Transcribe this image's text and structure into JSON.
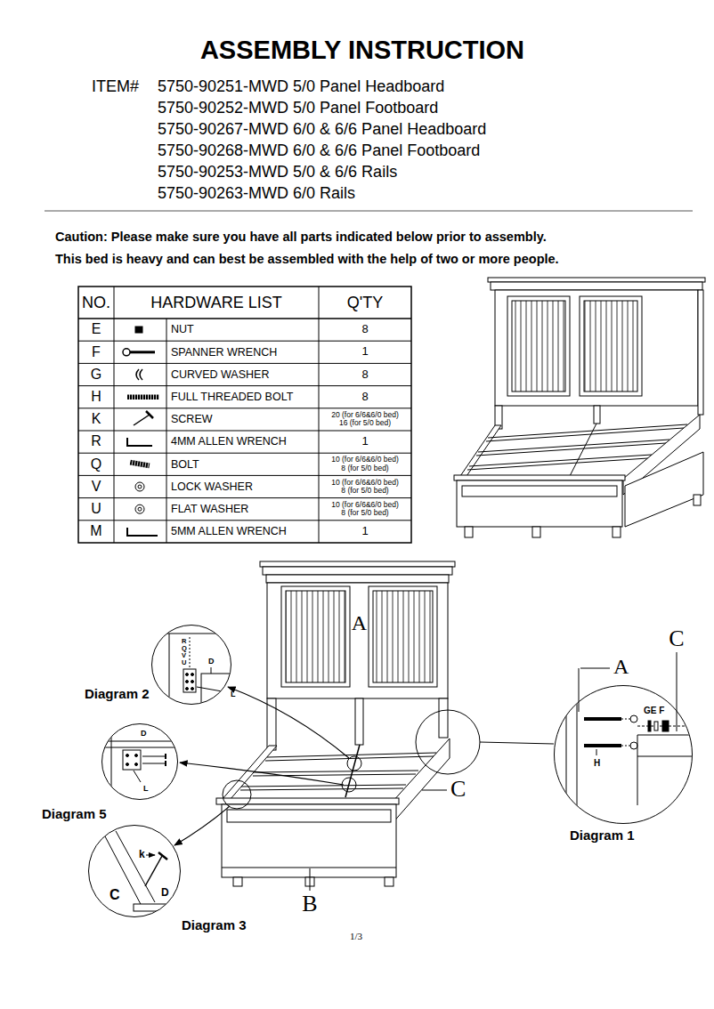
{
  "diagram": {
    "title": "ASSEMBLY INSTRUCTION",
    "nodes": [
      {
        "text": [
          "R",
          "Q",
          "V",
          "U",
          "D",
          "L"
        ]
      },
      {
        "text": [
          "GE F",
          "H"
        ]
      },
      {
        "text": [
          "D",
          "L"
        ]
      },
      {
        "text": [
          "k",
          "C",
          "D"
        ]
      }
    ],
    "labels": [
      "ITEM#",
      "5750-90251-MWD 5/0 Panel Headboard",
      "5750-90252-MWD 5/0 Panel Footboard",
      "5750-90267-MWD 6/0 & 6/6 Panel Headboard",
      "5750-90268-MWD 6/0 & 6/6 Panel Footboard",
      "5750-90253-MWD 5/0 & 6/6 Rails",
      "5750-90263-MWD 6/0 Rails",
      "Caution: Please make sure you have all parts indicated below prior to assembly.",
      "This bed is heavy and can best be assembled with the help of two or more people.",
      "NO.",
      "HARDWARE LIST",
      "Q'TY",
      "E",
      "NUT",
      "8",
      "F",
      "SPANNER WRENCH",
      "1",
      "G",
      "CURVED WASHER",
      "8",
      "H",
      "FULL THREADED BOLT",
      "8",
      "K",
      "SCREW",
      "20 (for 6/6&6/0 bed) 16 (for 5/0 bed)",
      "R",
      "4MM ALLEN WRENCH",
      "1",
      "Q",
      "BOLT",
      "10 (for 6/6&6/0 bed) 8 (for 5/0 bed)",
      "V",
      "LOCK WASHER",
      "10 (for 6/6&6/0 bed) 8 (for 5/0 bed)",
      "U",
      "FLAT WASHER",
      "10 (for 6/6&6/0 bed) 8 (for 5/0 bed)",
      "M",
      "5MM ALLEN WRENCH",
      "1",
      "A",
      "Diagram 2",
      "Diagram 5",
      "C",
      "B",
      "Diagram 3",
      "Diagram 1",
      "C",
      "A",
      "1/3"
    ]
  }
}
